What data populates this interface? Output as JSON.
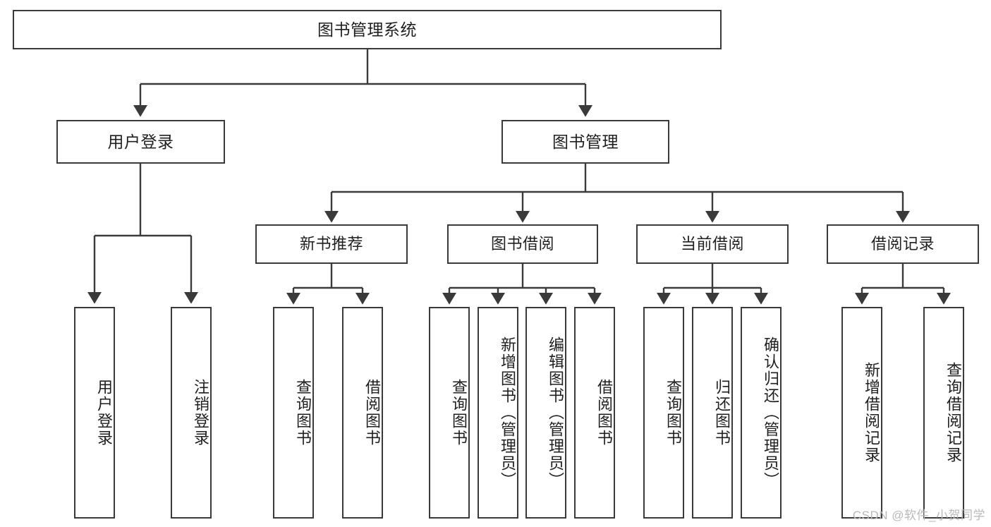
{
  "diagram": {
    "title": "图书管理系统",
    "type": "tree-hierarchy",
    "orientation": "top-down",
    "colors": {
      "node_border": "#3a3a3a",
      "node_fill": "#ffffff",
      "edge": "#3a3a3a",
      "text": "#1f1f1f",
      "watermark": "#b9b9b9",
      "background": "#ffffff"
    },
    "root": {
      "label": "图书管理系统"
    },
    "level1": [
      {
        "label": "用户登录"
      },
      {
        "label": "图书管理"
      }
    ],
    "level2": [
      {
        "label": "新书推荐"
      },
      {
        "label": "图书借阅"
      },
      {
        "label": "当前借阅"
      },
      {
        "label": "借阅记录"
      }
    ],
    "leaves": {
      "user_login": [
        {
          "label": "用户登录"
        },
        {
          "label": "注销登录"
        }
      ],
      "new_book_recommend": [
        {
          "label": "查询图书"
        },
        {
          "label": "借阅图书"
        }
      ],
      "book_borrow": [
        {
          "label": "查询图书"
        },
        {
          "label": "新增图书（管理员）"
        },
        {
          "label": "编辑图书（管理员）"
        },
        {
          "label": "借阅图书"
        }
      ],
      "current_borrow": [
        {
          "label": "查询图书"
        },
        {
          "label": "归还图书"
        },
        {
          "label": "确认归还（管理员）"
        }
      ],
      "borrow_record": [
        {
          "label": "新增借阅记录"
        },
        {
          "label": "查询借阅记录"
        }
      ]
    }
  },
  "watermark": {
    "text": "CSDN @软件_小贺同学"
  }
}
